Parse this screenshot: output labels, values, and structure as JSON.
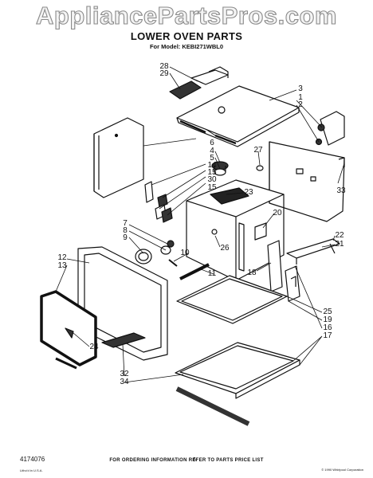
{
  "header": {
    "watermark": "AppliancePartsPros.com",
    "title": "LOWER OVEN PARTS",
    "model": "For Model: KEBI271WBL0"
  },
  "callouts": [
    {
      "id": "28",
      "label": "28"
    },
    {
      "id": "29",
      "label": "29"
    },
    {
      "id": "3",
      "label": "3"
    },
    {
      "id": "1",
      "label": "1"
    },
    {
      "id": "2",
      "label": "2"
    },
    {
      "id": "6",
      "label": "6"
    },
    {
      "id": "4",
      "label": "4"
    },
    {
      "id": "5",
      "label": "5"
    },
    {
      "id": "27",
      "label": "27"
    },
    {
      "id": "14",
      "label": "14"
    },
    {
      "id": "15a",
      "label": "15"
    },
    {
      "id": "30",
      "label": "30"
    },
    {
      "id": "15b",
      "label": "15"
    },
    {
      "id": "23",
      "label": "23"
    },
    {
      "id": "33",
      "label": "33"
    },
    {
      "id": "20",
      "label": "20"
    },
    {
      "id": "7",
      "label": "7"
    },
    {
      "id": "8",
      "label": "8"
    },
    {
      "id": "9",
      "label": "9"
    },
    {
      "id": "22",
      "label": "22"
    },
    {
      "id": "21",
      "label": "21"
    },
    {
      "id": "12",
      "label": "12"
    },
    {
      "id": "13",
      "label": "13"
    },
    {
      "id": "10",
      "label": "10"
    },
    {
      "id": "26",
      "label": "26"
    },
    {
      "id": "11",
      "label": "11"
    },
    {
      "id": "18",
      "label": "18"
    },
    {
      "id": "25",
      "label": "25"
    },
    {
      "id": "19",
      "label": "19"
    },
    {
      "id": "16",
      "label": "16"
    },
    {
      "id": "17",
      "label": "17"
    },
    {
      "id": "24",
      "label": "24"
    },
    {
      "id": "32",
      "label": "32"
    },
    {
      "id": "34",
      "label": "34"
    }
  ],
  "footer": {
    "order_info": "FOR ORDERING INFORMATION REFER TO PARTS PRICE LIST",
    "doc_number": "4174076",
    "page_number": "6",
    "footnote": "Litho'd in U.S.A.",
    "copyright": "© 1990 Whirlpool Corporation"
  }
}
